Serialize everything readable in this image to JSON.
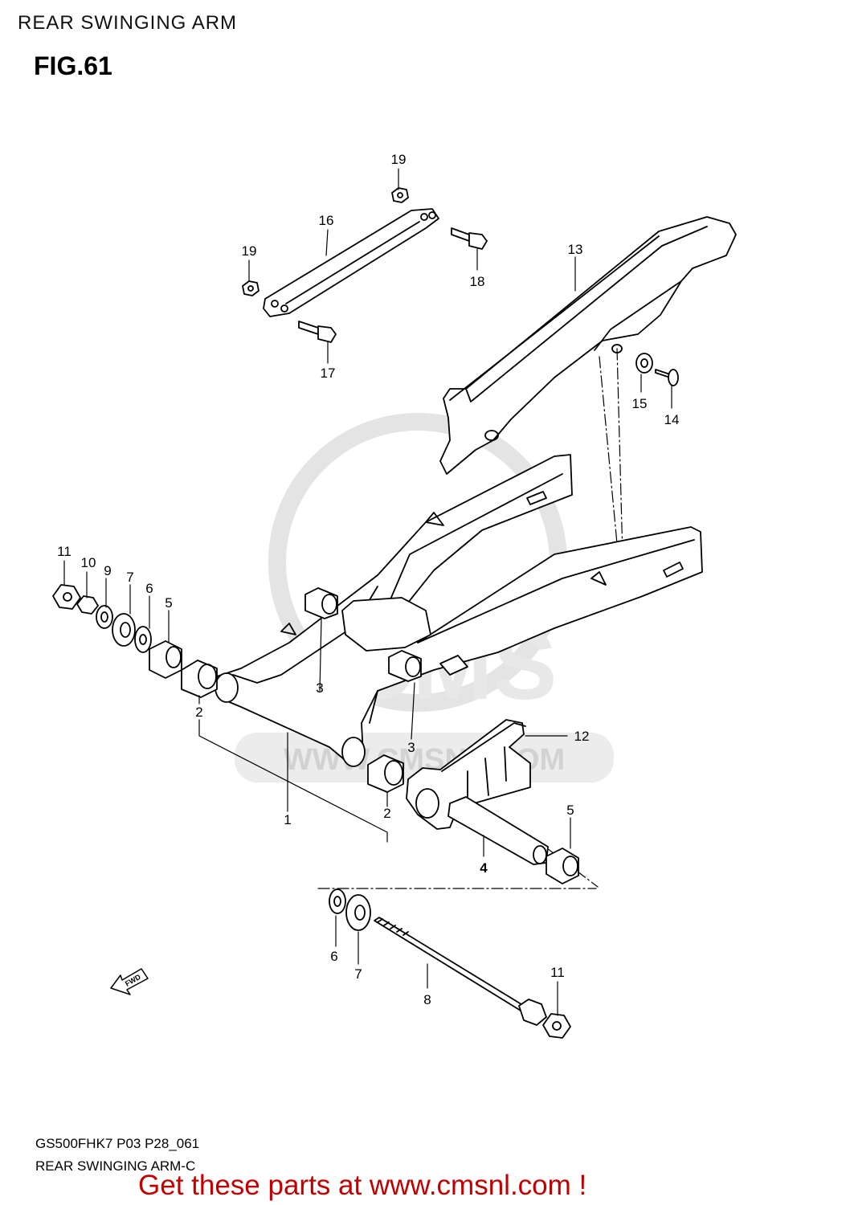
{
  "header": {
    "title": "REAR SWINGING ARM",
    "fig": "FIG.61"
  },
  "footer": {
    "code": "GS500FHK7 P03 P28_061",
    "desc": "REAR SWINGING ARM-C",
    "promo": "Get these parts at www.cmsnl.com !"
  },
  "watermark": {
    "text": "WWW.CMSNL.COM",
    "logo": "CMS"
  },
  "fwd_label": "FWD",
  "callouts": {
    "c1": "1",
    "c2a": "2",
    "c2b": "2",
    "c3a": "3",
    "c3b": "3",
    "c4": "4",
    "c5a": "5",
    "c5b": "5",
    "c6a": "6",
    "c6b": "6",
    "c7a": "7",
    "c7b": "7",
    "c8": "8",
    "c9": "9",
    "c10": "10",
    "c11a": "11",
    "c11b": "11",
    "c12": "12",
    "c13": "13",
    "c14": "14",
    "c15": "15",
    "c16": "16",
    "c17": "17",
    "c18": "18",
    "c19a": "19",
    "c19b": "19"
  }
}
